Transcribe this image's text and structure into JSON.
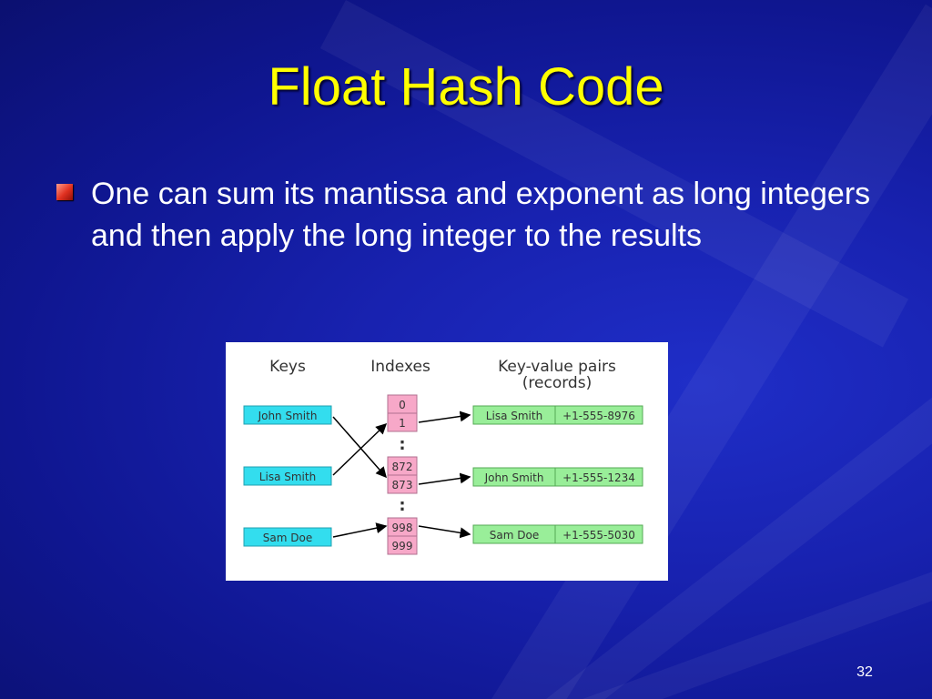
{
  "slide": {
    "title": "Float Hash Code",
    "bullet": "One can sum its mantissa and exponent as long integers and then apply the long integer to the results",
    "page_number": "32"
  },
  "diagram": {
    "headers": {
      "keys": "Keys",
      "indexes": "Indexes",
      "pairs_line1": "Key-value pairs",
      "pairs_line2": "(records)"
    },
    "keys": [
      "John Smith",
      "Lisa Smith",
      "Sam Doe"
    ],
    "indexes": [
      "0",
      "1",
      "872",
      "873",
      "998",
      "999"
    ],
    "ellipsis": ":",
    "records": [
      {
        "name": "Lisa Smith",
        "phone": "+1-555-8976"
      },
      {
        "name": "John Smith",
        "phone": "+1-555-1234"
      },
      {
        "name": "Sam Doe",
        "phone": "+1-555-5030"
      }
    ],
    "colors": {
      "key_fill": "#33ddee",
      "index_fill": "#f7a8c8",
      "record_fill": "#99ee99",
      "arrow": "#000000"
    }
  }
}
